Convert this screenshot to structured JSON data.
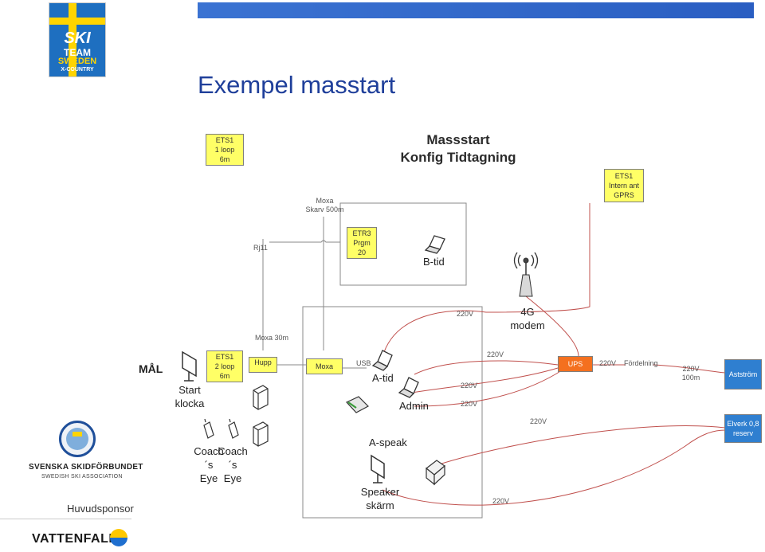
{
  "slide_title": "Exempel masstart",
  "diagram_title": "Massstart\nKonfig Tidtagning",
  "logos": {
    "ski_team_top": "SKI",
    "ski_team_mid": "TEAM",
    "ski_team_bottom": "SWEDEN",
    "ski_team_sub": "X-COUNTRY",
    "federation_name": "SVENSKA SKIDFÖRBUNDET",
    "federation_sub": "SWEDISH SKI ASSOCIATION",
    "sponsor_caption": "Huvudsponsor",
    "sponsor_name": "VATTENFALL"
  },
  "boxes": {
    "ets1_top": "ETS1\n1 loop\n6m",
    "ets1_gprs": "ETS1\nIntern ant\nGPRS",
    "etr3": "ETR3\nPrgm\n20",
    "ets1_mid": "ETS1\n2 loop\n6m",
    "hupp": "Hupp",
    "moxa": "Moxa",
    "ups": "UPS",
    "faststrom": "Astström",
    "elverk": "Elverk 0,8\nreserv"
  },
  "labels": {
    "moxa_skarv": "Moxa\nSkarv 500m",
    "rj11": "Rj11",
    "b_tid": "B-tid",
    "modem": "4G\nmodem",
    "v220_a": "220V",
    "moxa_30": "Moxa 30m",
    "mal": "MÅL",
    "start_klocka": "Start\nklocka",
    "usb": "USB",
    "a_tid": "A-tid",
    "v220_b": "220V",
    "v220_c": "220V",
    "admin": "Admin",
    "v220_d": "220V",
    "v220_e": "220V",
    "fordelning": "Fördelning",
    "v220_100m": "220V\n100m",
    "v220_f": "220V",
    "coach_eye_1": "Coach´s\nEye",
    "coach_eye_2": "Coach´s\nEye",
    "a_speak": "A-speak",
    "speaker_skarm": "Speaker\nskärm",
    "v220_g": "220V"
  },
  "colors": {
    "title_blue": "#1f3f9a",
    "header_bar": "#2a63c7",
    "box_yellow": "#ffff66",
    "box_orange": "#f4701f",
    "box_blue": "#2f7fd0",
    "cable_red": "#c0504d",
    "line_gray": "#7f7f7f"
  }
}
